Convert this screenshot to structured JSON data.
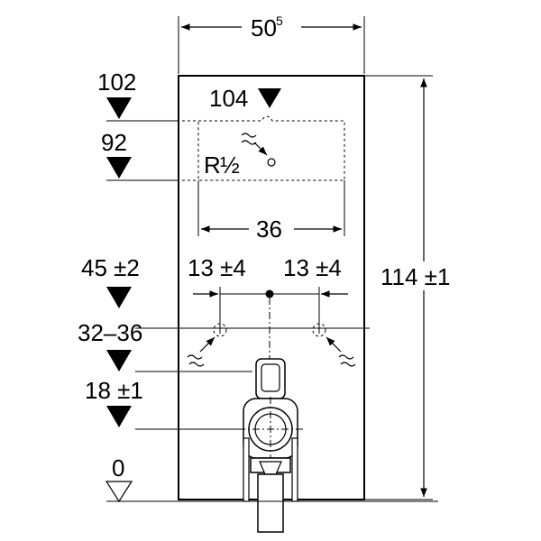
{
  "top_width": "50",
  "top_width_sup": "5",
  "height_total": "114 ±1",
  "level_102": "102",
  "level_104": "104",
  "level_92": "92",
  "thread": "R",
  "thread_frac": "½",
  "inner_width": "36",
  "level_45": "45 ±2",
  "offset_left": "13 ±4",
  "offset_right": "13 ±4",
  "level_32_36": "32–36",
  "level_18": "18 ±1",
  "level_0": "0"
}
